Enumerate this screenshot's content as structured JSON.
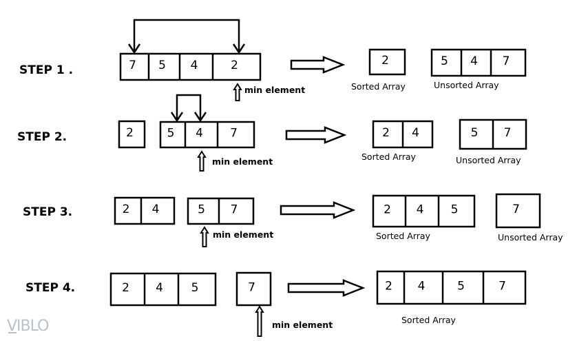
{
  "watermark": "VIBLO",
  "min_label": "min element",
  "steps": [
    {
      "label": "STEP 1 .",
      "input_groups": [
        [
          "7",
          "5",
          "4",
          "2"
        ]
      ],
      "sorted": [
        "2"
      ],
      "sorted_label": "Sorted Array",
      "unsorted": [
        "5",
        "4",
        "7"
      ],
      "unsorted_label": "Unsorted Array"
    },
    {
      "label": "STEP 2.",
      "input_groups": [
        [
          "2"
        ],
        [
          "5",
          "4",
          "7"
        ]
      ],
      "sorted": [
        "2",
        "4"
      ],
      "sorted_label": "Sorted Array",
      "unsorted": [
        "5",
        "7"
      ],
      "unsorted_label": "Unsorted Array"
    },
    {
      "label": "STEP 3.",
      "input_groups": [
        [
          "2",
          "4"
        ],
        [
          "5",
          "7"
        ]
      ],
      "sorted": [
        "2",
        "4",
        "5"
      ],
      "sorted_label": "Sorted Array",
      "unsorted": [
        "7"
      ],
      "unsorted_label": "Unsorted Array"
    },
    {
      "label": "STEP 4.",
      "input_groups": [
        [
          "2",
          "4",
          "5"
        ],
        [
          "7"
        ]
      ],
      "sorted": [
        "2",
        "4",
        "5",
        "7"
      ],
      "sorted_label": "Sorted Array"
    }
  ]
}
